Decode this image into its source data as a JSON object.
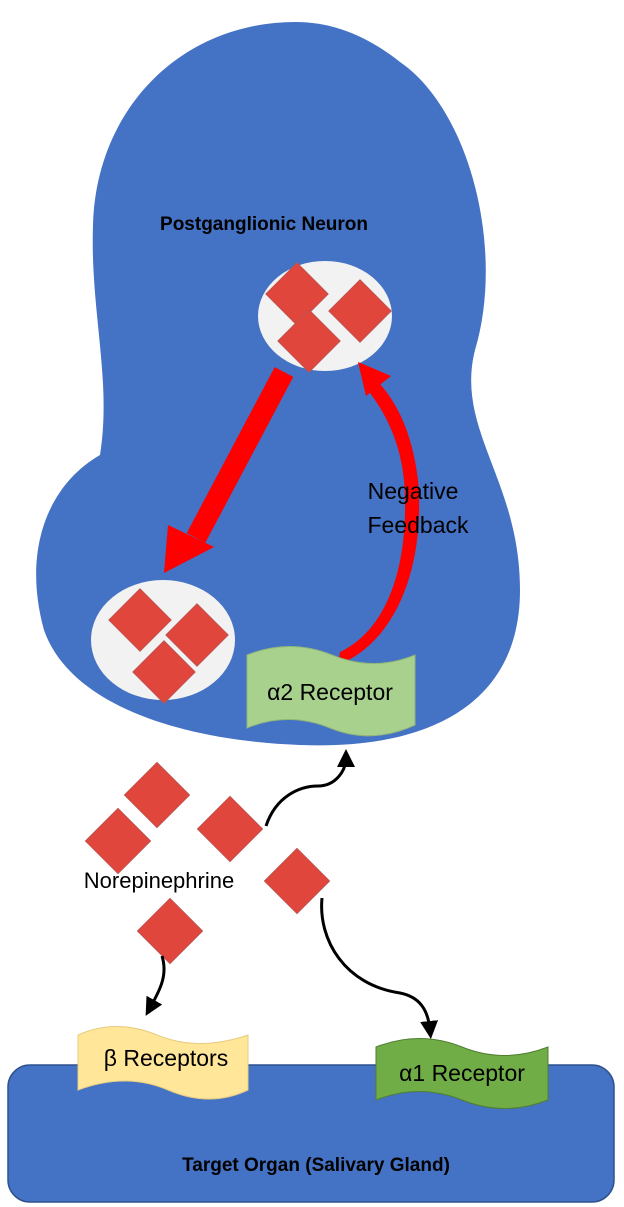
{
  "neuron": {
    "title": "Postganglionic Neuron",
    "color": "#4472C4"
  },
  "feedback": {
    "label_line1": "Negative",
    "label_line2": "Feedback",
    "color": "#FF0000"
  },
  "release_arrow_color": "#FF0000",
  "vesicle_color": "#F2F2F2",
  "norepinephrine": {
    "label": "Norepinephrine",
    "color": "#E0463C",
    "border": "#C0504D"
  },
  "receptors": {
    "alpha2": {
      "label": "α2 Receptor",
      "color": "#A9D18E",
      "border": "#8FB578"
    },
    "beta": {
      "label": "β Receptors",
      "color": "#FFE699",
      "border": "#E6CC80"
    },
    "alpha1": {
      "label": "α1 Receptor",
      "color": "#70AD47",
      "border": "#507E32"
    }
  },
  "target": {
    "label": "Target Organ (Salivary Gland)",
    "color": "#4472C4",
    "border": "#2F528F"
  }
}
